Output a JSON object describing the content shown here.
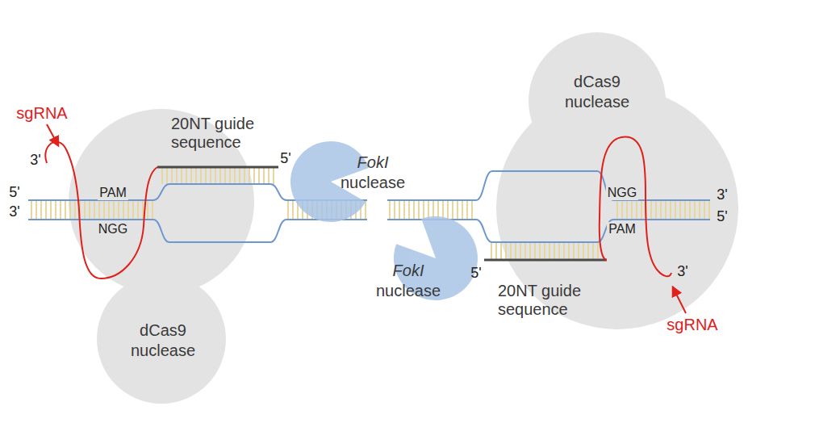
{
  "diagram": {
    "nodes": [
      {
        "text": [
          "dCas9 nuclease"
        ]
      },
      {
        "text": [
          "FokI nuclease"
        ]
      },
      {
        "text": [
          "FokI nuclease"
        ]
      },
      {
        "text": [
          "dCas9 nuclease"
        ]
      }
    ],
    "labels": [
      "sgRNA",
      "3'",
      "20NT guide sequence",
      "5'",
      "5'",
      "3'",
      "PAM",
      "NGG",
      "NGG",
      "3'",
      "PAM",
      "5'",
      "3'",
      "5'",
      "20NT guide sequence",
      "sgRNA"
    ]
  }
}
